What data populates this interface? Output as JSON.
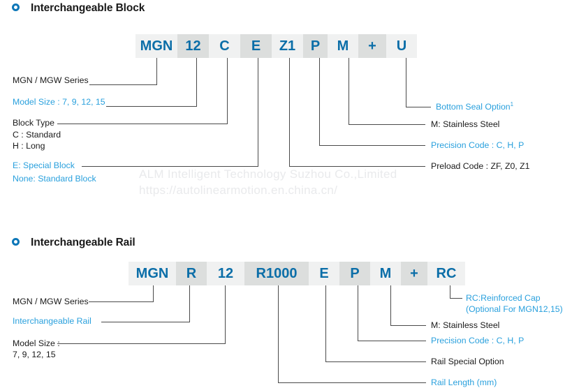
{
  "sections": [
    {
      "id": "block",
      "bullet_icon": "circle-ring-icon",
      "title": "Interchangeable Block",
      "codes": [
        {
          "text": "MGN",
          "shade": "a"
        },
        {
          "text": "12",
          "shade": "b"
        },
        {
          "text": "C",
          "shade": "a"
        },
        {
          "text": "E",
          "shade": "b"
        },
        {
          "text": "Z1",
          "shade": "a"
        },
        {
          "text": "P",
          "shade": "b"
        },
        {
          "text": "M",
          "shade": "a"
        },
        {
          "text": "+",
          "shade": "b"
        },
        {
          "text": "U",
          "shade": "a"
        }
      ],
      "left_labels": [
        {
          "text": "MGN / MGW Series",
          "color": "black"
        },
        {
          "text": "Model Size : 7, 9, 12, 15",
          "color": "blue"
        },
        {
          "text": "Block Type",
          "color": "black"
        },
        {
          "text": "C : Standard",
          "color": "black"
        },
        {
          "text": "H : Long",
          "color": "black"
        },
        {
          "text": "E: Special Block",
          "color": "blue"
        },
        {
          "text": "None: Standard Block",
          "color": "blue"
        }
      ],
      "right_labels": [
        {
          "text": "Bottom Seal Option",
          "sup": "1",
          "color": "blue"
        },
        {
          "text": "M: Stainless Steel",
          "color": "black"
        },
        {
          "text": "Precision Code : C, H, P",
          "color": "blue"
        },
        {
          "text": "Preload Code : ZF, Z0, Z1",
          "color": "black"
        }
      ]
    },
    {
      "id": "rail",
      "bullet_icon": "circle-ring-icon",
      "title": "Interchangeable Rail",
      "codes": [
        {
          "text": "MGN",
          "shade": "a"
        },
        {
          "text": "R",
          "shade": "b"
        },
        {
          "text": "12",
          "shade": "a"
        },
        {
          "text": "R1000",
          "shade": "b"
        },
        {
          "text": "E",
          "shade": "a"
        },
        {
          "text": "P",
          "shade": "b"
        },
        {
          "text": "M",
          "shade": "a"
        },
        {
          "text": "+",
          "shade": "b"
        },
        {
          "text": "RC",
          "shade": "a"
        }
      ],
      "left_labels": [
        {
          "text": "MGN / MGW Series",
          "color": "black"
        },
        {
          "text": "Interchangeable Rail",
          "color": "blue"
        },
        {
          "text": "Model Size :",
          "color": "black"
        },
        {
          "text": "7, 9, 12, 15",
          "color": "black"
        }
      ],
      "right_labels": [
        {
          "text": "RC:Reinforced Cap",
          "color": "blue"
        },
        {
          "text": "(Optional For MGN12,15)",
          "color": "blue"
        },
        {
          "text": "M: Stainless Steel",
          "color": "black"
        },
        {
          "text": "Precision Code : C, H, P",
          "color": "blue"
        },
        {
          "text": "Rail Special Option",
          "color": "black"
        },
        {
          "text": "Rail Length (mm)",
          "color": "blue"
        }
      ]
    }
  ],
  "watermark": {
    "line1": "ALM Intelligent Technology Suzhou  Co.,Limited",
    "line2": "https://autolinearmotion.en.china.cn/"
  },
  "colors": {
    "code_blue": "#0b6ea8",
    "label_blue": "#29a0dd",
    "bullet_blue": "#0d77b8",
    "shade_a": "#f0f1f1",
    "shade_b": "#dcdedd",
    "line": "#4a4a4a",
    "watermark": "#e9eaec"
  }
}
